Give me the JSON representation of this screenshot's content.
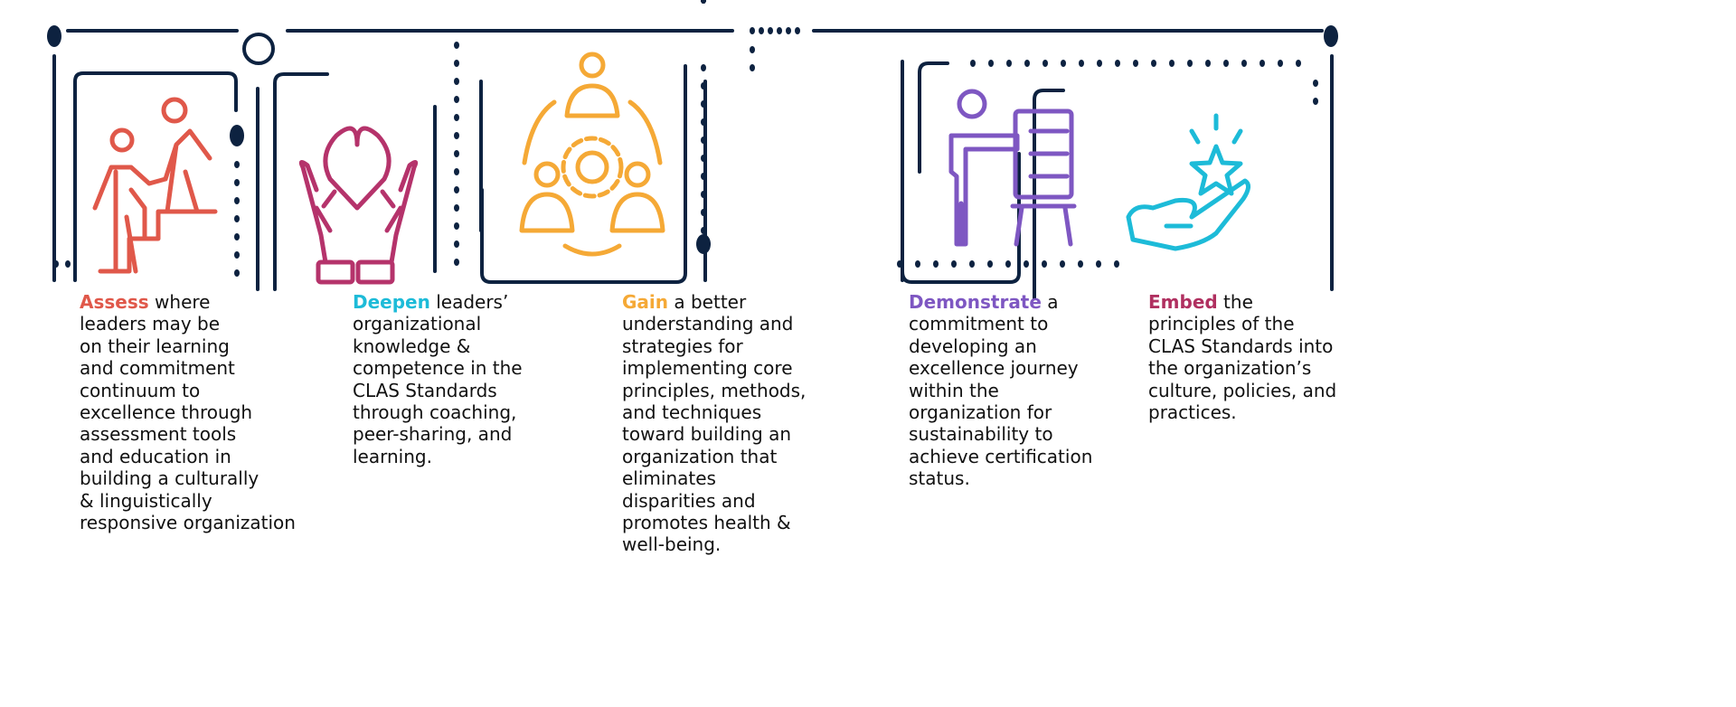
{
  "colors": {
    "frame": "#0d2240",
    "assess": "#e0584a",
    "deepen_icon": "#b5336b",
    "deepen_text": "#1dbbd8",
    "gain": "#f5a936",
    "demonstrate": "#7e57c2",
    "embed_icon": "#1dbbd8",
    "embed_text": "#b03060"
  },
  "steps": [
    {
      "icon": "helping-climb-stairs-icon",
      "keyword": "Assess",
      "lines": [
        " where",
        "leaders may be",
        "on their learning",
        "and commitment",
        "continuum to",
        "excellence through",
        "assessment tools",
        "and education in",
        "building a culturally",
        "& linguistically",
        "responsive organization"
      ]
    },
    {
      "icon": "hands-heart-icon",
      "keyword": "Deepen",
      "lines": [
        " leaders’",
        "organizational",
        "knowledge &",
        "competence in the",
        "CLAS Standards",
        "through coaching,",
        "peer-sharing, and",
        "learning."
      ]
    },
    {
      "icon": "team-gear-icon",
      "keyword": "Gain",
      "lines": [
        " a better",
        "understanding and",
        "strategies for",
        "implementing core",
        "principles, methods,",
        "and techniques",
        "toward building an",
        "organization that",
        "eliminates",
        "disparities and",
        "promotes health &",
        "well-being."
      ]
    },
    {
      "icon": "presenter-board-icon",
      "keyword": "Demonstrate",
      "lines": [
        " a",
        "commitment to",
        "developing an",
        "excellence journey",
        "within the",
        "organization for",
        "sustainability to",
        "achieve certification",
        "status."
      ]
    },
    {
      "icon": "hand-star-icon",
      "keyword": "Embed",
      "lines": [
        " the",
        "principles of the",
        "CLAS Standards into",
        "the organization’s",
        "culture, policies, and",
        "practices."
      ]
    }
  ]
}
